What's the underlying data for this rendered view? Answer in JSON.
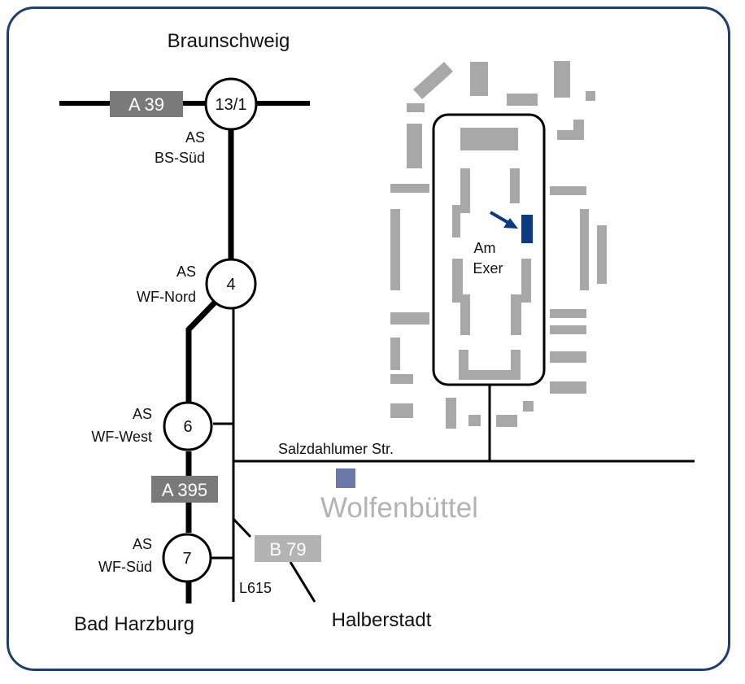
{
  "cities": {
    "north": "Braunschweig",
    "south": "Bad Harzburg",
    "halberstadt": "Halberstadt",
    "town": "Wolfenbüttel"
  },
  "roads": {
    "a39": "A 39",
    "a395": "A 395",
    "b79": "B 79",
    "l615": "L615",
    "street": "Salzdahlumer Str."
  },
  "junctions": [
    {
      "number": "13/1",
      "label_line1": "AS",
      "label_line2": "BS-Süd"
    },
    {
      "number": "4",
      "label_line1": "AS",
      "label_line2": "WF-Nord"
    },
    {
      "number": "6",
      "label_line1": "AS",
      "label_line2": "WF-West"
    },
    {
      "number": "7",
      "label_line1": "AS",
      "label_line2": "WF-Süd"
    }
  ],
  "campus": {
    "line1": "Am",
    "line2": "Exer"
  },
  "colors": {
    "frame": "#1c3f73",
    "target": "#0a3a82",
    "town_marker": "#6a78aa",
    "town_text": "#b3b3b3",
    "motorway_shield": "#7a7a7a",
    "b_road_shield": "#b3b3b3",
    "buildings": "#a8a8a8"
  }
}
